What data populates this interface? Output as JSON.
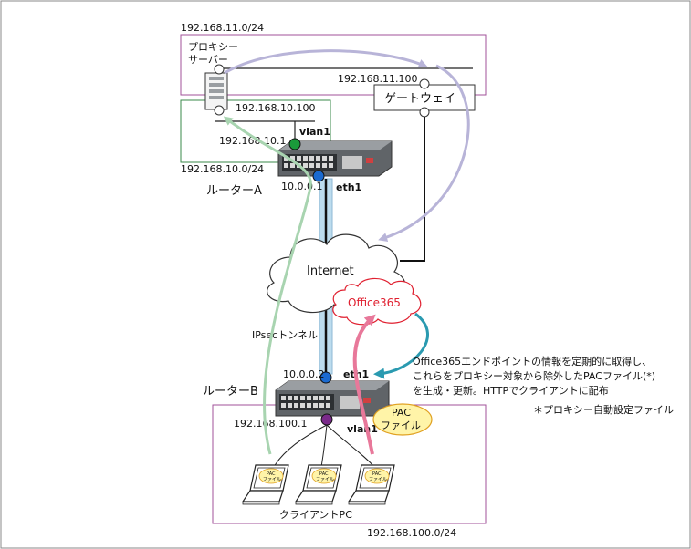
{
  "proxy_net": {
    "cidr": "192.168.11.0/24",
    "proxy_label_1": "プロキシー",
    "proxy_label_2": "サーバー",
    "gateway_ip": "192.168.11.100"
  },
  "gateway": {
    "label": "ゲートウェイ"
  },
  "lan_a": {
    "cidr": "192.168.10.0/24",
    "proxy_ip": "192.168.10.100",
    "router_ip": "192.168.10.1",
    "iface": "vlan1"
  },
  "router_a": {
    "label": "ルーターA",
    "wan_ip": "10.0.0.1",
    "iface": "eth1"
  },
  "internet": {
    "label": "Internet"
  },
  "office": {
    "label": "Office365"
  },
  "tunnel": {
    "label": "IPsecトンネル"
  },
  "router_b": {
    "label": "ルーターB",
    "wan_ip": "10.0.0.2",
    "iface": "eth1",
    "lan_ip": "192.168.100.1",
    "lan_iface": "vlan1"
  },
  "pac": {
    "line1": "PAC",
    "line2": "ファイル",
    "small1": "PAC",
    "small2": "ファイル"
  },
  "note": {
    "line1": "Office365エンドポイントの情報を定期的に取得し、",
    "line2": "これらをプロキシー対象から除外したPACファイル(*)",
    "line3": "を生成・更新。HTTPでクライアントに配布",
    "footnote": "＊プロキシー自動設定ファイル"
  },
  "clients": {
    "label": "クライアントPC",
    "cidr": "192.168.100.0/24"
  },
  "colors": {
    "purple_box": "#a0529a",
    "green_box": "#3a8a4a",
    "tunnel": "#bcdcee",
    "green_flow": "#a8d4b0",
    "pink_flow": "#e8789a",
    "lavender_flow": "#b8b4d8",
    "teal_flow": "#2a9ab0",
    "red_text": "#e02030",
    "pac_yellow": "#fff4a8",
    "pac_border": "#e0a020"
  }
}
